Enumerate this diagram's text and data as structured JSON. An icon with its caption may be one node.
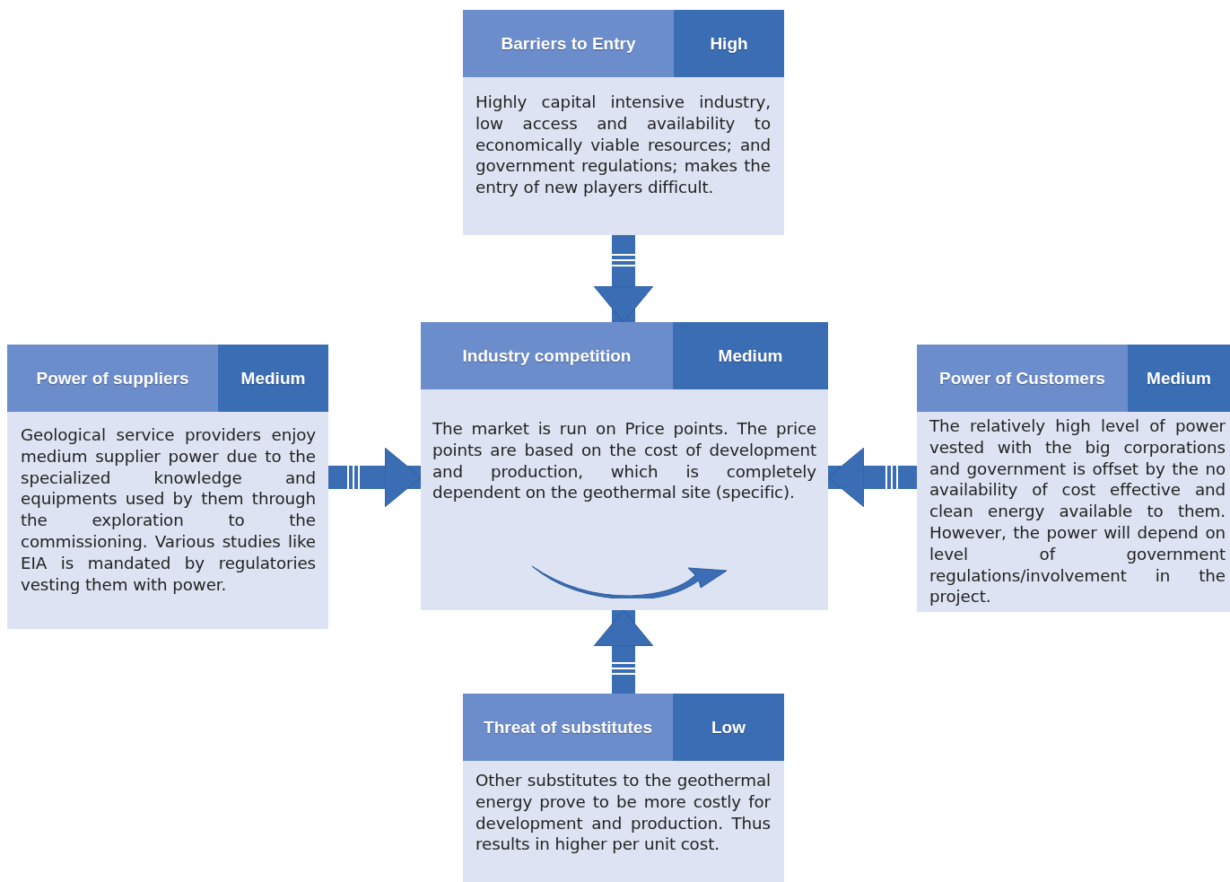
{
  "diagram": {
    "nodes": [
      {
        "text": [
          "Barriers to Entry",
          "High",
          "Highly capital intensive industry, low access and availability to economically viable resources; and government regulations; makes the entry of new players difficult."
        ]
      },
      {
        "text": [
          "Power of suppliers",
          "Medium",
          "Geological service providers enjoy medium supplier power due to the specialized knowledge and equipments used by them through the exploration to the commissioning. Various studies like EIA is mandated by regulatories vesting them with power."
        ]
      },
      {
        "text": [
          "Industry competition",
          "Medium",
          "The market is run on Price points. The price points are based on the cost of development and production, which is completely dependent on the geothermal site (specific)."
        ]
      },
      {
        "text": [
          "Power of Customers",
          "Medium",
          "The relatively high level of power vested with the big corporations and government is offset by the no availability of cost effective and clean energy available to them. However, the power will depend on level of government regulations/involvement in the project."
        ]
      },
      {
        "text": [
          "Threat of substitutes",
          "Low",
          "Other substitutes to the geothermal energy prove to be more costly for development and production. Thus results in higher per unit cost."
        ]
      }
    ],
    "edges": [
      {
        "from": 0,
        "to": 2,
        "arrow": "to"
      },
      {
        "from": 1,
        "to": 2,
        "arrow": "to"
      },
      {
        "from": 3,
        "to": 2,
        "arrow": "to"
      },
      {
        "from": 4,
        "to": 2,
        "arrow": "to"
      }
    ]
  }
}
